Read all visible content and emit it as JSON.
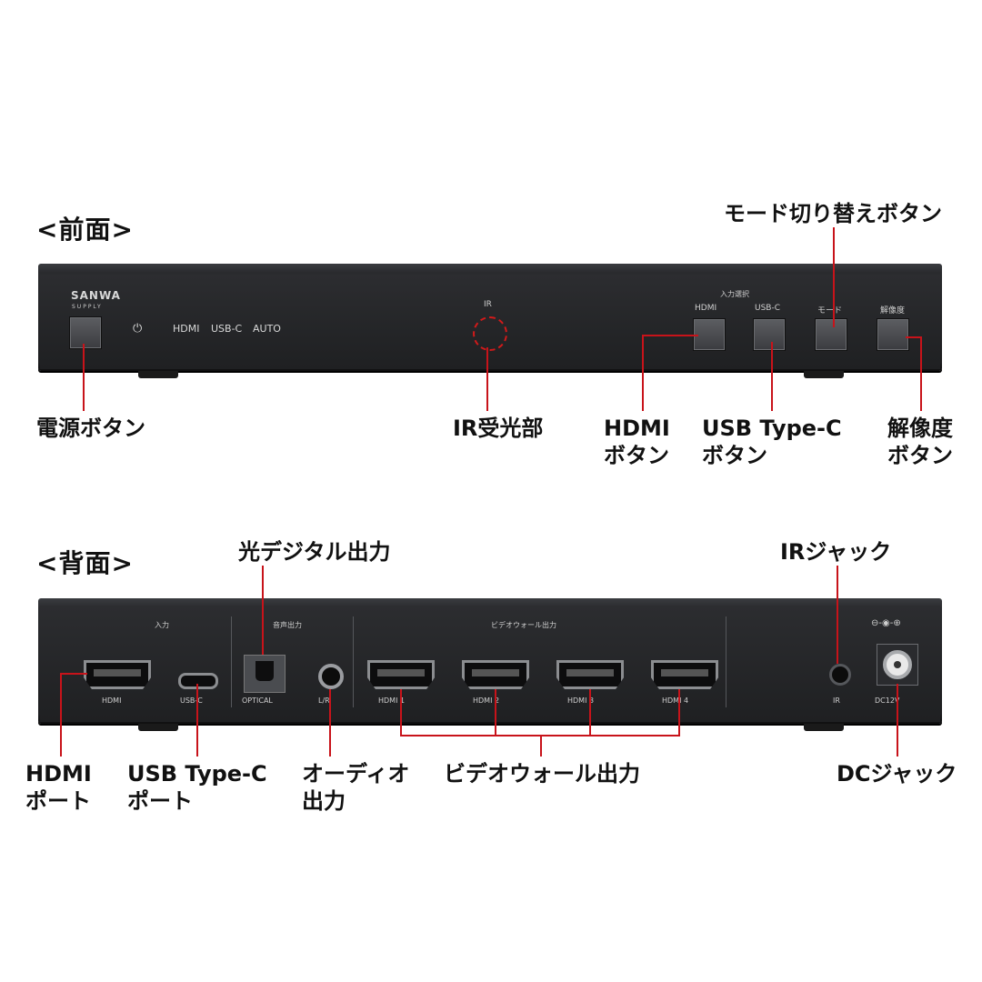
{
  "front": {
    "heading": "<前面>",
    "device": {
      "logo_line1": "SANWA",
      "logo_line2": "SUPPLY",
      "power_symbol": "⏻",
      "indicators": [
        "HDMI",
        "USB-C",
        "AUTO"
      ],
      "ir_label": "IR",
      "input_select_label": "入力選択",
      "buttons": [
        "HDMI",
        "USB-C",
        "モード",
        "解像度"
      ]
    },
    "callouts": {
      "mode_switch": "モード切り替えボタン",
      "power_button": "電源ボタン",
      "ir_receiver": "IR受光部",
      "hdmi_button": [
        "HDMI",
        "ボタン"
      ],
      "usbc_button": [
        "USB Type-C",
        "ボタン"
      ],
      "resolution_button": [
        "解像度",
        "ボタン"
      ]
    }
  },
  "back": {
    "heading": "<背面>",
    "device": {
      "section_input": "入力",
      "section_audio": "音声出力",
      "section_videowall": "ビデオウォール出力",
      "ports": {
        "hdmi": "HDMI",
        "usbc": "USB-C",
        "optical": "OPTICAL",
        "lr": "L/R",
        "hdmi1": "HDMI 1",
        "hdmi2": "HDMI 2",
        "hdmi3": "HDMI 3",
        "hdmi4": "HDMI 4",
        "ir": "IR",
        "dc": "DC12V"
      },
      "dc_polarity": "⊖-◉-⊕"
    },
    "callouts": {
      "optical_out": "光デジタル出力",
      "ir_jack": "IRジャック",
      "hdmi_port": [
        "HDMI",
        "ポート"
      ],
      "usbc_port": [
        "USB Type-C",
        "ポート"
      ],
      "audio_out": [
        "オーディオ",
        "出力"
      ],
      "videowall_out": "ビデオウォール出力",
      "dc_jack": "DCジャック"
    }
  },
  "colors": {
    "leader_line": "#c8131a",
    "device_body": "#1f2022",
    "text": "#111111"
  }
}
